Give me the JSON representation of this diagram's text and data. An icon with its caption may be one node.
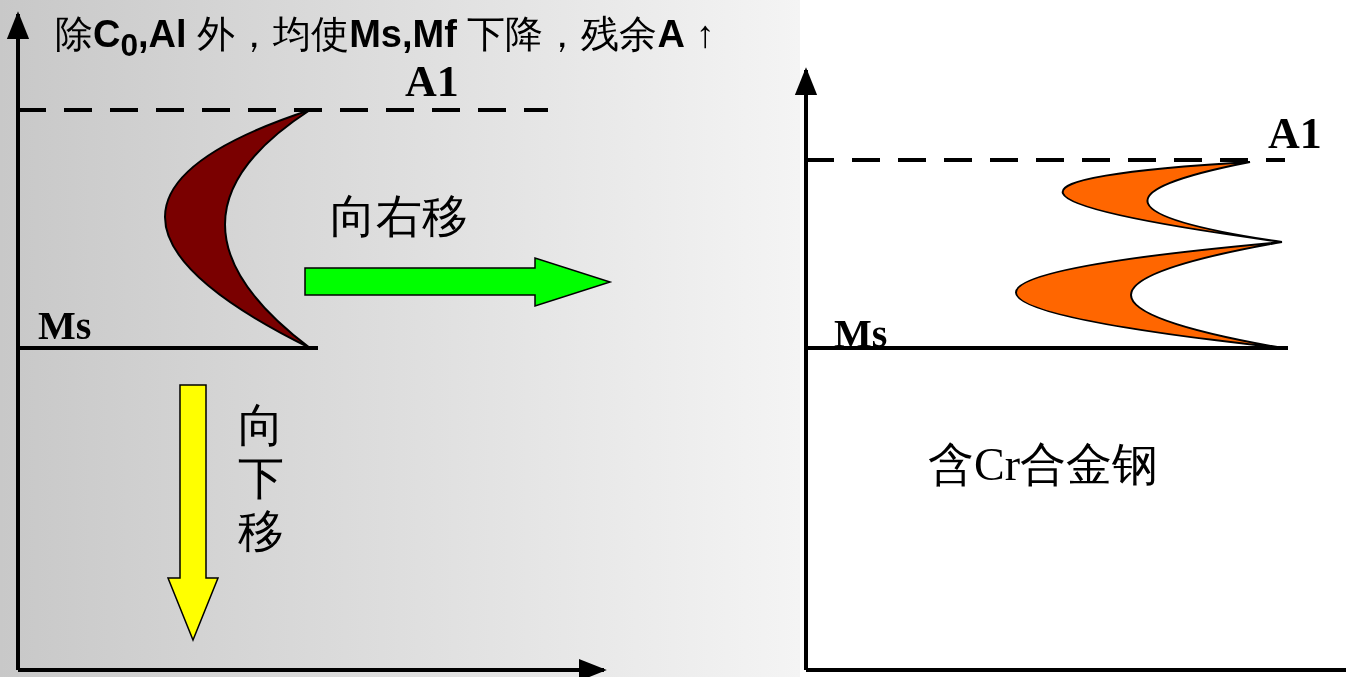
{
  "diagram": {
    "labels": [
      "除**C$_{0}$,Al** 外，均使**Ms,Mf** 下降，残余**A** ↑",
      "A1",
      "Ms",
      "向右移",
      "向下移",
      "A1",
      "Ms",
      "含Cr合金钢"
    ]
  }
}
